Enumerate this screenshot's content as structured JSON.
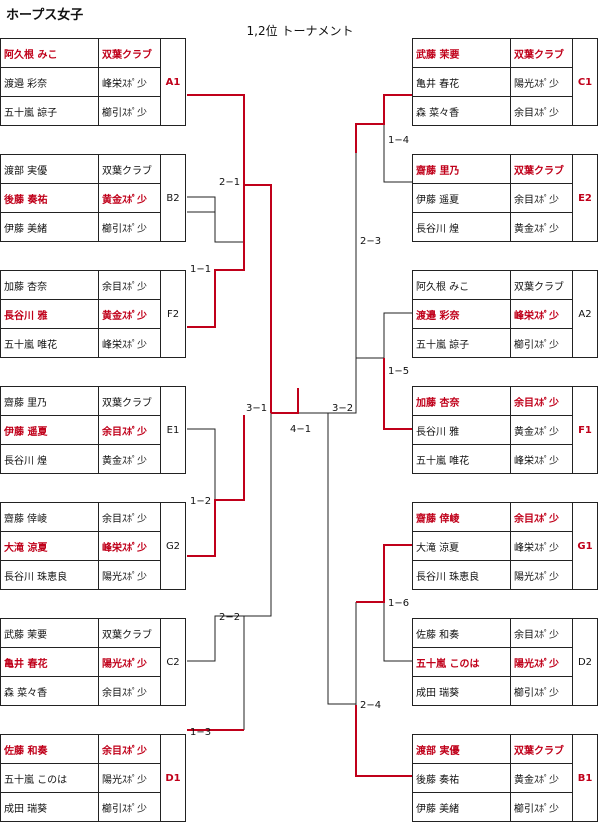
{
  "title": "ホープス女子",
  "subtitle": "1,2位  トーナメント",
  "left_groups": [
    {
      "code": "A1",
      "rows": [
        {
          "name": "阿久根  みこ",
          "club": "双葉クラブ",
          "win": true
        },
        {
          "name": "渡邉  彩奈",
          "club": "峰栄ｽﾎﾟ少",
          "win": false
        },
        {
          "name": "五十嵐  諒子",
          "club": "櫛引ｽﾎﾟ少",
          "win": false
        }
      ]
    },
    {
      "code": "B2",
      "rows": [
        {
          "name": "渡部  実優",
          "club": "双葉クラブ",
          "win": false
        },
        {
          "name": "後藤  奏祐",
          "club": "黄金ｽﾎﾟ少",
          "win": true
        },
        {
          "name": "伊藤  美緒",
          "club": "櫛引ｽﾎﾟ少",
          "win": false
        }
      ]
    },
    {
      "code": "F2",
      "rows": [
        {
          "name": "加藤  杏奈",
          "club": "余目ｽﾎﾟ少",
          "win": false
        },
        {
          "name": "長谷川  雅",
          "club": "黄金ｽﾎﾟ少",
          "win": true
        },
        {
          "name": "五十嵐  唯花",
          "club": "峰栄ｽﾎﾟ少",
          "win": false
        }
      ]
    },
    {
      "code": "E1",
      "rows": [
        {
          "name": "齋藤  里乃",
          "club": "双葉クラブ",
          "win": false
        },
        {
          "name": "伊藤  遥夏",
          "club": "余目ｽﾎﾟ少",
          "win": true
        },
        {
          "name": "長谷川  煌",
          "club": "黄金ｽﾎﾟ少",
          "win": false
        }
      ]
    },
    {
      "code": "G2",
      "rows": [
        {
          "name": "齋藤  倖崚",
          "club": "余目ｽﾎﾟ少",
          "win": false
        },
        {
          "name": "大滝  涼夏",
          "club": "峰栄ｽﾎﾟ少",
          "win": true
        },
        {
          "name": "長谷川  珠恵良",
          "club": "陽光ｽﾎﾟ少",
          "win": false
        }
      ]
    },
    {
      "code": "C2",
      "rows": [
        {
          "name": "武藤  茉要",
          "club": "双葉クラブ",
          "win": false
        },
        {
          "name": "亀井  春花",
          "club": "陽光ｽﾎﾟ少",
          "win": true
        },
        {
          "name": "森  菜々香",
          "club": "余目ｽﾎﾟ少",
          "win": false
        }
      ]
    },
    {
      "code": "D1",
      "rows": [
        {
          "name": "佐藤  和奏",
          "club": "余目ｽﾎﾟ少",
          "win": true
        },
        {
          "name": "五十嵐  このは",
          "club": "陽光ｽﾎﾟ少",
          "win": false
        },
        {
          "name": "成田  瑞葵",
          "club": "櫛引ｽﾎﾟ少",
          "win": false
        }
      ]
    }
  ],
  "right_groups": [
    {
      "code": "C1",
      "rows": [
        {
          "name": "武藤  茉要",
          "club": "双葉クラブ",
          "win": true
        },
        {
          "name": "亀井  春花",
          "club": "陽光ｽﾎﾟ少",
          "win": false
        },
        {
          "name": "森  菜々香",
          "club": "余目ｽﾎﾟ少",
          "win": false
        }
      ]
    },
    {
      "code": "E2",
      "rows": [
        {
          "name": "齋藤  里乃",
          "club": "双葉クラブ",
          "win": true
        },
        {
          "name": "伊藤  遥夏",
          "club": "余目ｽﾎﾟ少",
          "win": false
        },
        {
          "name": "長谷川  煌",
          "club": "黄金ｽﾎﾟ少",
          "win": false
        }
      ]
    },
    {
      "code": "A2",
      "rows": [
        {
          "name": "阿久根  みこ",
          "club": "双葉クラブ",
          "win": false
        },
        {
          "name": "渡邉  彩奈",
          "club": "峰栄ｽﾎﾟ少",
          "win": true
        },
        {
          "name": "五十嵐  諒子",
          "club": "櫛引ｽﾎﾟ少",
          "win": false
        }
      ]
    },
    {
      "code": "F1",
      "rows": [
        {
          "name": "加藤  杏奈",
          "club": "余目ｽﾎﾟ少",
          "win": true
        },
        {
          "name": "長谷川  雅",
          "club": "黄金ｽﾎﾟ少",
          "win": false
        },
        {
          "name": "五十嵐  唯花",
          "club": "峰栄ｽﾎﾟ少",
          "win": false
        }
      ]
    },
    {
      "code": "G1",
      "rows": [
        {
          "name": "齋藤  倖崚",
          "club": "余目ｽﾎﾟ少",
          "win": true
        },
        {
          "name": "大滝  涼夏",
          "club": "峰栄ｽﾎﾟ少",
          "win": false
        },
        {
          "name": "長谷川  珠恵良",
          "club": "陽光ｽﾎﾟ少",
          "win": false
        }
      ]
    },
    {
      "code": "D2",
      "rows": [
        {
          "name": "佐藤  和奏",
          "club": "余目ｽﾎﾟ少",
          "win": false
        },
        {
          "name": "五十嵐  このは",
          "club": "陽光ｽﾎﾟ少",
          "win": true
        },
        {
          "name": "成田  瑞葵",
          "club": "櫛引ｽﾎﾟ少",
          "win": false
        }
      ]
    },
    {
      "code": "B1",
      "rows": [
        {
          "name": "渡部  実優",
          "club": "双葉クラブ",
          "win": true
        },
        {
          "name": "後藤  奏祐",
          "club": "黄金ｽﾎﾟ少",
          "win": false
        },
        {
          "name": "伊藤  美緒",
          "club": "櫛引ｽﾎﾟ少",
          "win": false
        }
      ]
    }
  ],
  "match_labels": {
    "l_2_1": "2−1",
    "l_1_1": "1−1",
    "l_1_2": "1−2",
    "l_2_2": "2−2",
    "l_1_3": "1−3",
    "l_3_1": "3−1",
    "r_1_4": "1−4",
    "r_2_3": "2−3",
    "r_1_5": "1−5",
    "r_3_2": "3−2",
    "r_1_6": "1−6",
    "r_2_4": "2−4",
    "c_4_1": "4−1"
  },
  "colors": {
    "winner": "#c0001a",
    "line": "#222222"
  }
}
